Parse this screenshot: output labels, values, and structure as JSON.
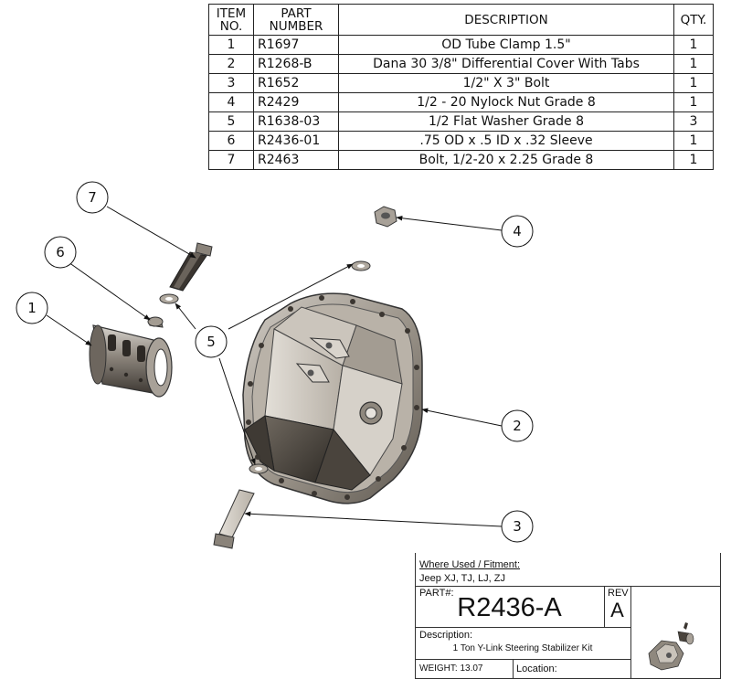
{
  "bom": {
    "headers": [
      "ITEM NO.",
      "PART NUMBER",
      "DESCRIPTION",
      "QTY."
    ],
    "header_lines": [
      [
        "ITEM",
        "NO."
      ],
      [
        "PART",
        "NUMBER"
      ],
      [
        "DESCRIPTION"
      ],
      [
        "QTY."
      ]
    ],
    "rows": [
      {
        "item": "1",
        "part": "R1697",
        "desc": "OD Tube Clamp 1.5\"",
        "qty": "1"
      },
      {
        "item": "2",
        "part": "R1268-B",
        "desc": "Dana 30 3/8\" Differential Cover With Tabs",
        "qty": "1"
      },
      {
        "item": "3",
        "part": "R1652",
        "desc": "1/2\" X 3\" Bolt",
        "qty": "1"
      },
      {
        "item": "4",
        "part": "R2429",
        "desc": "1/2 - 20 Nylock Nut Grade 8",
        "qty": "1"
      },
      {
        "item": "5",
        "part": "R1638-03",
        "desc": "1/2  Flat Washer Grade 8",
        "qty": "3"
      },
      {
        "item": "6",
        "part": "R2436-01",
        "desc": ".75 OD x .5 ID x .32 Sleeve",
        "qty": "1"
      },
      {
        "item": "7",
        "part": "R2463",
        "desc": "Bolt, 1/2-20 x 2.25 Grade 8",
        "qty": "1"
      }
    ]
  },
  "balloons": [
    "1",
    "2",
    "3",
    "4",
    "5",
    "6",
    "7"
  ],
  "title_block": {
    "where_used_label": "Where Used / Fitment:",
    "fitment": "Jeep XJ, TJ, LJ, ZJ",
    "part_label": "PART#:",
    "part_number": "R2436-A",
    "rev_label": "REV",
    "rev": "A",
    "description_label": "Description:",
    "description": "1 Ton Y-Link Steering Stabilizer Kit",
    "weight_label": "WEIGHT:",
    "weight": "13.07",
    "location_label": "Location:",
    "location": ""
  }
}
